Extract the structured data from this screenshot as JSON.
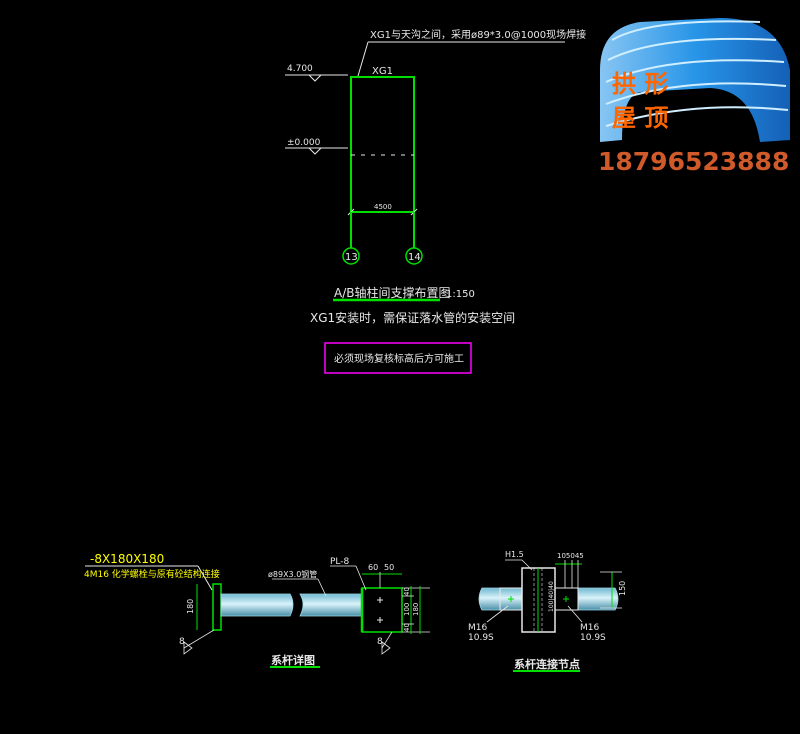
{
  "colors": {
    "background": "#000000",
    "green": "#00e000",
    "white": "#e8e8e8",
    "yellow": "#ffff00",
    "magenta": "#ff00ff",
    "pipe_cyan": "#9fd8e8",
    "ad_blue": "#1e88e5",
    "ad_orange": "#ff6600",
    "ad_phone": "#d05a2a"
  },
  "ad": {
    "line1": "拱 形",
    "line2": "屋 顶",
    "phone": "18796523888"
  },
  "elevation_plan": {
    "note_top": "XG1与天沟之间，采用ø89*3.0@1000现场焊接",
    "member_label": "XG1",
    "level_top": "4.700",
    "level_zero": "±0.000",
    "span_dim": "4500",
    "axis_left": "13",
    "axis_right": "14",
    "title": "A/B轴柱间支撑布置图",
    "scale": "1:150",
    "note_install": "XG1安装时，需保证落水管的安装空间",
    "warning_box": "必须现场复核标高后方可施工"
  },
  "tie_rod_detail": {
    "plate_spec": "-8X180X180",
    "bolt_note": "4M16 化学螺栓与原有砼结构连接",
    "pipe_spec": "ø89X3.0钢管",
    "plate_label": "PL-8",
    "dim_60": "60",
    "dim_50": "50",
    "dim_180_left": "180",
    "dim_40a": "40",
    "dim_100": "100",
    "dim_40b": "40",
    "dim_180_right": "180",
    "weld_8_left": "8",
    "weld_8_right": "8",
    "title": "系杆详图"
  },
  "tie_rod_joint": {
    "column_label": "H1.5",
    "dim_top": "105045",
    "dim_right": "150",
    "dim_web": "100|40|40",
    "bolt_left": "M16",
    "bolt_left_grade": "10.9S",
    "bolt_right": "M16",
    "bolt_right_grade": "10.9S",
    "title": "系杆连接节点"
  }
}
